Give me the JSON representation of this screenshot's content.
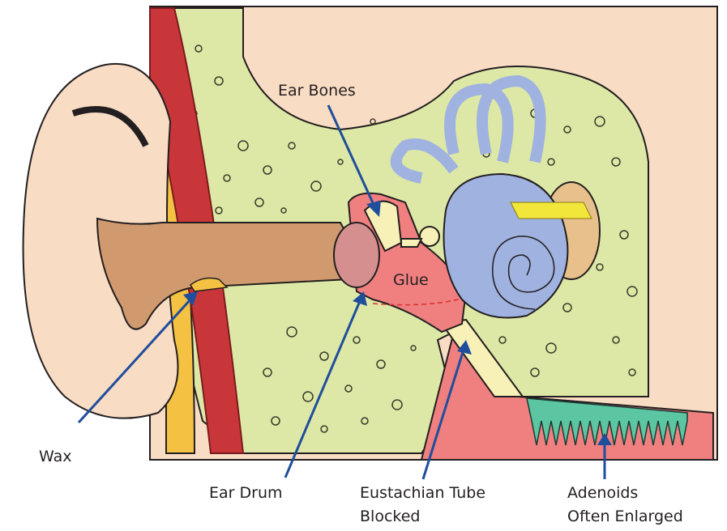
{
  "labels": {
    "ear_bones": "Ear Bones",
    "glue": "Glue",
    "wax": "Wax",
    "ear_drum": "Ear Drum",
    "eustachian_line1": "Eustachian Tube",
    "eustachian_line2": "Blocked",
    "adenoids_line1": "Adenoids",
    "adenoids_line2": "Often Enlarged"
  },
  "colors": {
    "arrow": "#1f4e9c",
    "bone_tissue": "#dde8a6",
    "skin": "#f9dcc4",
    "canal": "#d19a6e",
    "middle_ear": "#f08080",
    "inner_ear": "#9fb2e0",
    "muscle": "#c9363a",
    "fat": "#f5c142",
    "adenoid_teeth": "#5cc5a2",
    "eustachian_tube": "#f7f1b8"
  }
}
